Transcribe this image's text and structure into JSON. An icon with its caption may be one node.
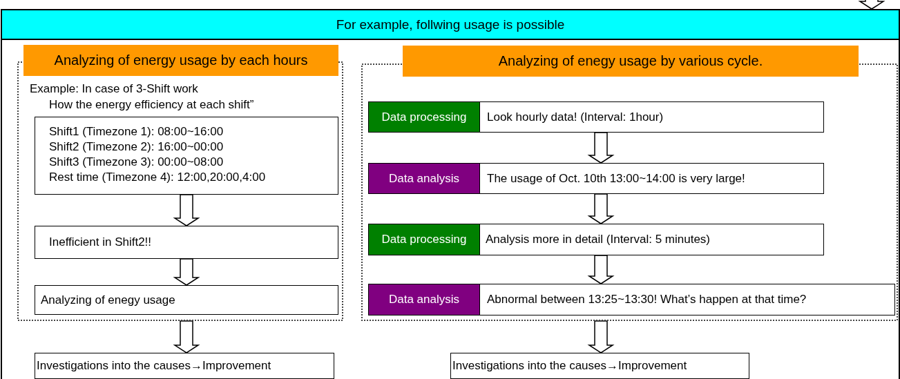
{
  "diagram": {
    "nodes": [
      {
        "text": [
          "For example, follwing usage is possible"
        ]
      },
      {
        "text": [
          "Analyzing of energy usage by each hours",
          "Example: In case of 3-Shift work",
          "How the energy efficiency at each shift”"
        ],
        "in": 0
      },
      {
        "text": [
          "Shift1 (Timezone 1): 08:00~16:00",
          "Shift2 (Timezone 2): 16:00~00:00",
          "Shift3 (Timezone 3): 00:00~08:00",
          "Rest time (Timezone 4): 12:00,20:00,4:00"
        ],
        "in": 1
      },
      {
        "text": [
          "Inefficient in Shift2!!"
        ],
        "in": 1
      },
      {
        "text": [
          "Analyzing of enegy usage"
        ],
        "in": 1
      },
      {
        "text": [
          "Investigations into the causes→Improvement"
        ],
        "in": 0
      },
      {
        "text": [
          "Analyzing of enegy usage by various cycle."
        ],
        "in": 0
      },
      {
        "text": [
          "Data processing"
        ],
        "in": 6
      },
      {
        "text": [
          "Look hourly data! (Interval: 1hour)"
        ],
        "in": 6
      },
      {
        "text": [
          "Data analysis"
        ],
        "in": 6
      },
      {
        "text": [
          "The usage of Oct. 10th 13:00~14:00 is very large!"
        ],
        "in": 6
      },
      {
        "text": [
          "Data processing"
        ],
        "in": 6
      },
      {
        "text": [
          "Analysis more in detail (Interval: 5 minutes)"
        ],
        "in": 6
      },
      {
        "text": [
          "Data analysis"
        ],
        "in": 6
      },
      {
        "text": [
          "Abnormal between 13:25~13:30! What’s happen at that time?"
        ],
        "in": 6
      },
      {
        "text": [
          "Investigations into the causes→Improvement"
        ],
        "in": 0
      }
    ],
    "edges": [
      {
        "from": null,
        "to": 0,
        "arrow": "to"
      },
      {
        "from": 2,
        "to": 3,
        "arrow": "to"
      },
      {
        "from": 3,
        "to": 4,
        "arrow": "to"
      },
      {
        "from": 1,
        "to": 5,
        "arrow": "to"
      },
      {
        "from": 8,
        "to": 10,
        "arrow": "to"
      },
      {
        "from": 10,
        "to": 12,
        "arrow": "to"
      },
      {
        "from": 12,
        "to": 14,
        "arrow": "to"
      },
      {
        "from": 6,
        "to": 15,
        "arrow": "to"
      }
    ]
  }
}
